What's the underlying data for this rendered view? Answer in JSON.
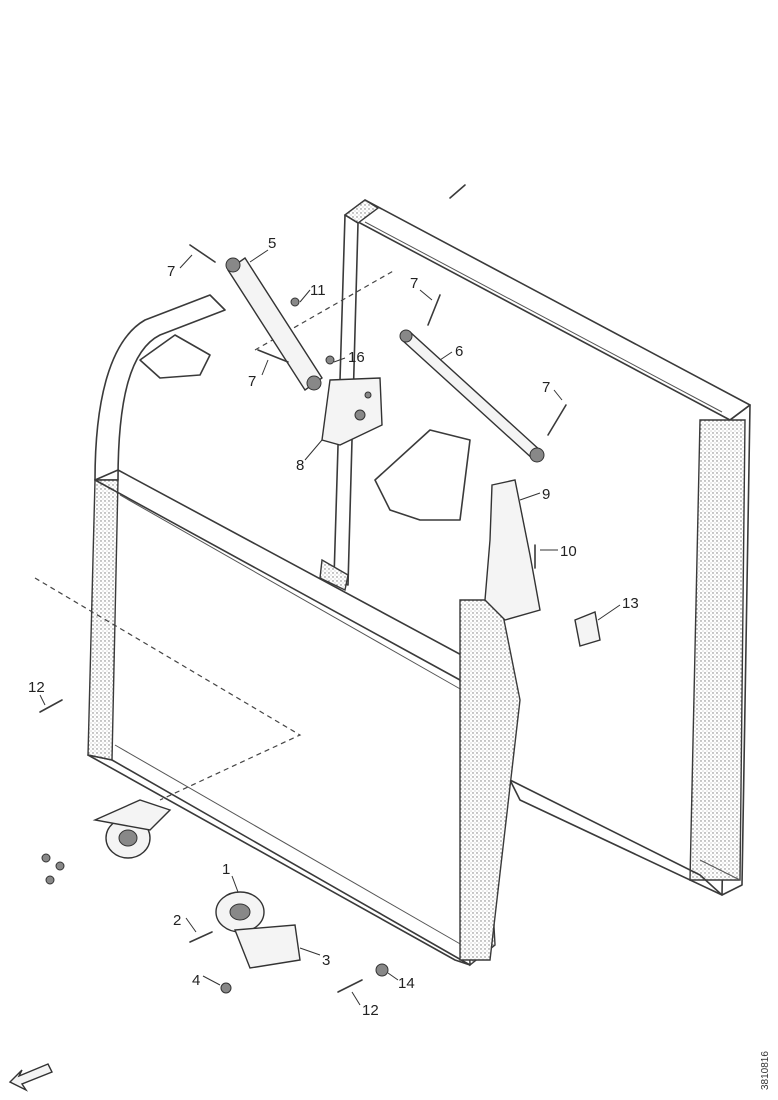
{
  "callouts": [
    {
      "id": "c1",
      "text": "1"
    },
    {
      "id": "c2",
      "text": "2"
    },
    {
      "id": "c3",
      "text": "3"
    },
    {
      "id": "c4",
      "text": "4"
    },
    {
      "id": "c5",
      "text": "5"
    },
    {
      "id": "c6",
      "text": "6"
    },
    {
      "id": "c7a",
      "text": "7"
    },
    {
      "id": "c7b",
      "text": "7"
    },
    {
      "id": "c7c",
      "text": "7"
    },
    {
      "id": "c7d",
      "text": "7"
    },
    {
      "id": "c8",
      "text": "8"
    },
    {
      "id": "c9",
      "text": "9"
    },
    {
      "id": "c10",
      "text": "10"
    },
    {
      "id": "c11",
      "text": "11"
    },
    {
      "id": "c12a",
      "text": "12"
    },
    {
      "id": "c12b",
      "text": "12"
    },
    {
      "id": "c13",
      "text": "13"
    },
    {
      "id": "c14",
      "text": "14"
    },
    {
      "id": "c16",
      "text": "16"
    }
  ],
  "reference_code": "3810816",
  "icons": {
    "arrow": "front-direction-arrow-icon"
  }
}
